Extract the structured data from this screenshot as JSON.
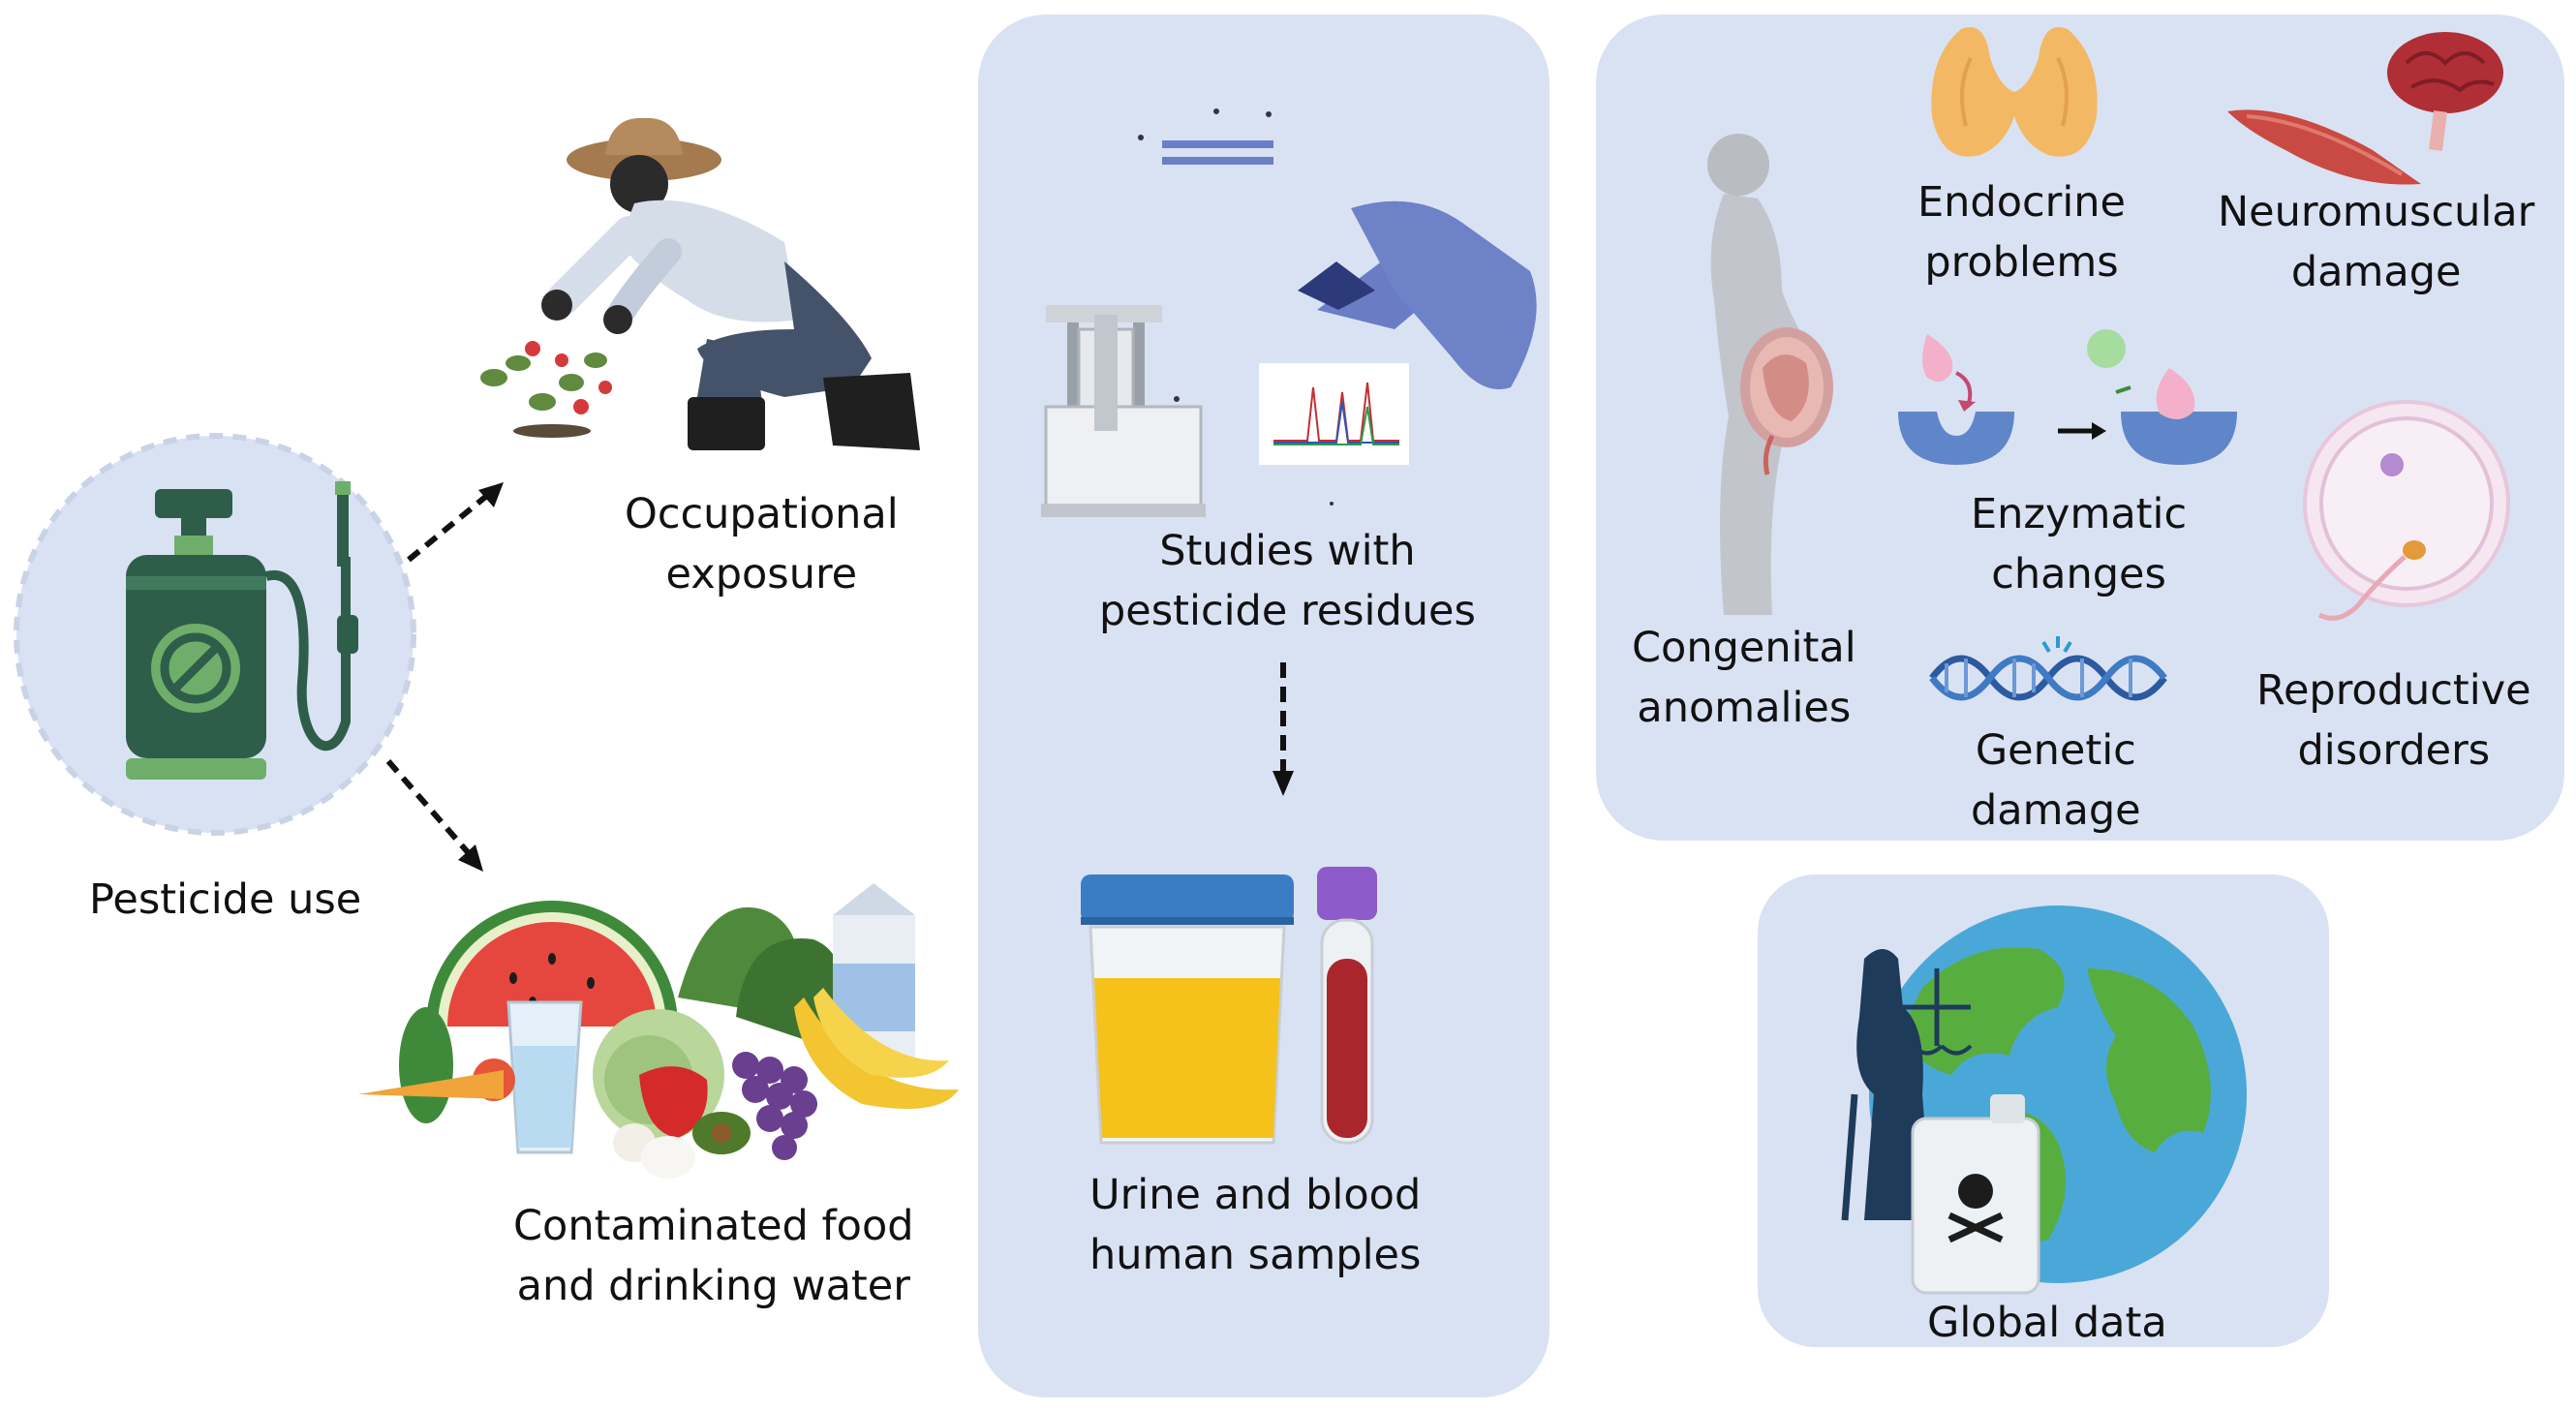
{
  "source": {
    "pesticide_use": "Pesticide use",
    "sprayer_icon": "pesticide-sprayer-icon"
  },
  "pathways": {
    "occupational": [
      "Occupational",
      "exposure"
    ],
    "food_water": [
      "Contaminated food",
      "and drinking water"
    ]
  },
  "studies": {
    "residues": [
      "Studies with",
      "pesticide residues"
    ],
    "samples": [
      "Urine and blood",
      "human samples"
    ]
  },
  "health_effects": {
    "endocrine": [
      "Endocrine",
      "problems"
    ],
    "neuromuscular": [
      "Neuromuscular",
      "damage"
    ],
    "enzymatic": [
      "Enzymatic",
      "changes"
    ],
    "congenital": [
      "Congenital",
      "anomalies"
    ],
    "genetic": [
      "Genetic",
      "damage"
    ],
    "reproductive": [
      "Reproductive",
      "disorders"
    ]
  },
  "global": {
    "label": "Global data"
  },
  "colors": {
    "panel": "#d9e2f3",
    "sprayer_dark": "#2e5e4a",
    "sprayer_light": "#6fae6a",
    "arrow": "#111111"
  }
}
